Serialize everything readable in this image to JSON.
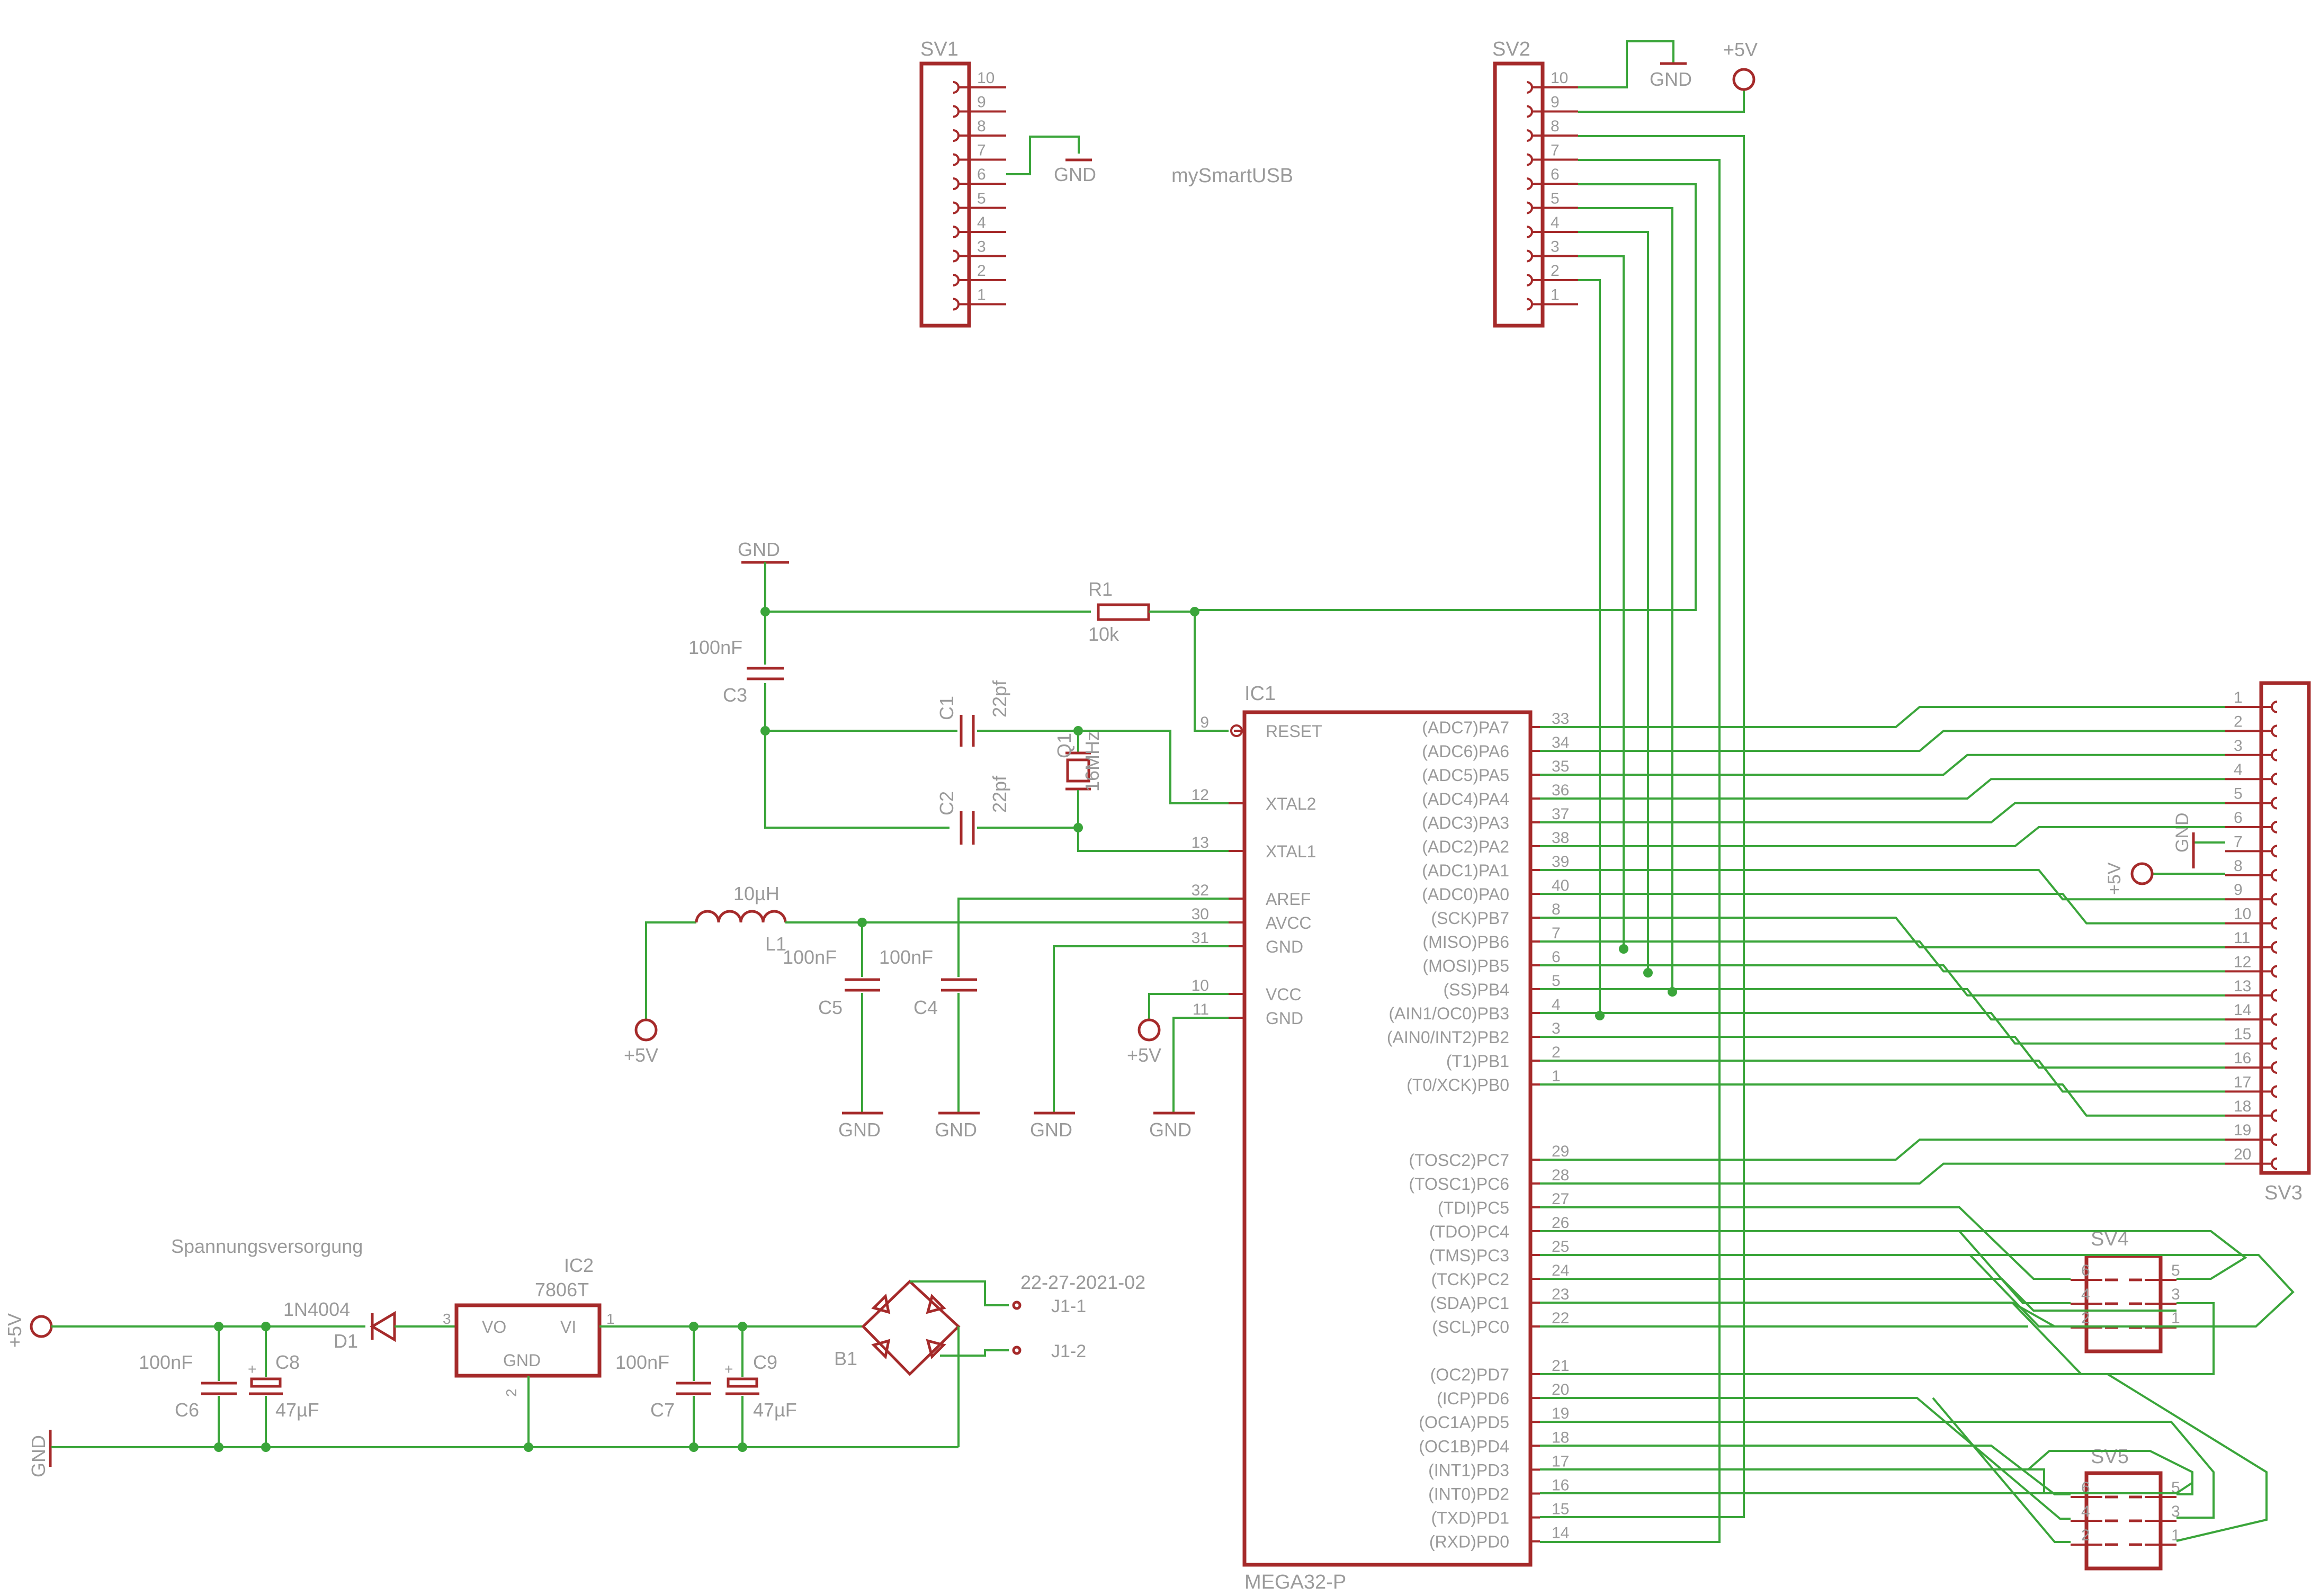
{
  "title": "mySmartUSB",
  "section_power": "Spannungsversorgung",
  "connector_id": "22-27-2021-02",
  "labels": {
    "gnd": "GND",
    "vcc5": "+5V"
  },
  "sv1": {
    "name": "SV1",
    "pins": [
      "10",
      "9",
      "8",
      "7",
      "6",
      "5",
      "4",
      "3",
      "2",
      "1"
    ]
  },
  "sv2": {
    "name": "SV2",
    "pins": [
      "10",
      "9",
      "8",
      "7",
      "6",
      "5",
      "4",
      "3",
      "2",
      "1"
    ]
  },
  "sv3": {
    "name": "SV3",
    "pins": [
      "1",
      "2",
      "3",
      "4",
      "5",
      "6",
      "7",
      "8",
      "9",
      "10",
      "11",
      "12",
      "13",
      "14",
      "15",
      "16",
      "17",
      "18",
      "19",
      "20"
    ]
  },
  "sv4": {
    "name": "SV4",
    "pins": [
      "6",
      "5",
      "4",
      "3",
      "2",
      "1"
    ]
  },
  "sv5": {
    "name": "SV5",
    "pins": [
      "6",
      "5",
      "4",
      "3",
      "2",
      "1"
    ]
  },
  "ic1": {
    "name": "IC1",
    "part": "MEGA32-P",
    "left_pins": [
      {
        "num": "9",
        "name": "RESET"
      },
      {
        "num": "12",
        "name": "XTAL2"
      },
      {
        "num": "13",
        "name": "XTAL1"
      },
      {
        "num": "32",
        "name": "AREF"
      },
      {
        "num": "30",
        "name": "AVCC"
      },
      {
        "num": "31",
        "name": "GND"
      },
      {
        "num": "10",
        "name": "VCC"
      },
      {
        "num": "11",
        "name": "GND"
      }
    ],
    "right_pins": [
      {
        "num": "33",
        "name": "(ADC7)PA7"
      },
      {
        "num": "34",
        "name": "(ADC6)PA6"
      },
      {
        "num": "35",
        "name": "(ADC5)PA5"
      },
      {
        "num": "36",
        "name": "(ADC4)PA4"
      },
      {
        "num": "37",
        "name": "(ADC3)PA3"
      },
      {
        "num": "38",
        "name": "(ADC2)PA2"
      },
      {
        "num": "39",
        "name": "(ADC1)PA1"
      },
      {
        "num": "40",
        "name": "(ADC0)PA0"
      },
      {
        "num": "8",
        "name": "(SCK)PB7"
      },
      {
        "num": "7",
        "name": "(MISO)PB6"
      },
      {
        "num": "6",
        "name": "(MOSI)PB5"
      },
      {
        "num": "5",
        "name": "(SS)PB4"
      },
      {
        "num": "4",
        "name": "(AIN1/OC0)PB3"
      },
      {
        "num": "3",
        "name": "(AIN0/INT2)PB2"
      },
      {
        "num": "2",
        "name": "(T1)PB1"
      },
      {
        "num": "1",
        "name": "(T0/XCK)PB0"
      },
      {
        "num": "29",
        "name": "(TOSC2)PC7"
      },
      {
        "num": "28",
        "name": "(TOSC1)PC6"
      },
      {
        "num": "27",
        "name": "(TDI)PC5"
      },
      {
        "num": "26",
        "name": "(TDO)PC4"
      },
      {
        "num": "25",
        "name": "(TMS)PC3"
      },
      {
        "num": "24",
        "name": "(TCK)PC2"
      },
      {
        "num": "23",
        "name": "(SDA)PC1"
      },
      {
        "num": "22",
        "name": "(SCL)PC0"
      },
      {
        "num": "21",
        "name": "(OC2)PD7"
      },
      {
        "num": "20",
        "name": "(ICP)PD6"
      },
      {
        "num": "19",
        "name": "(OC1A)PD5"
      },
      {
        "num": "18",
        "name": "(OC1B)PD4"
      },
      {
        "num": "17",
        "name": "(INT1)PD3"
      },
      {
        "num": "16",
        "name": "(INT0)PD2"
      },
      {
        "num": "15",
        "name": "(TXD)PD1"
      },
      {
        "num": "14",
        "name": "(RXD)PD0"
      }
    ]
  },
  "ic2": {
    "name": "IC2",
    "part": "7806T",
    "vo": "VO",
    "vi": "VI",
    "gnd": "GND",
    "pin_vo": "3",
    "pin_vi": "1",
    "pin_gnd": "2"
  },
  "r1": {
    "name": "R1",
    "value": "10k"
  },
  "c1": {
    "name": "C1",
    "value": "22pf"
  },
  "c2": {
    "name": "C2",
    "value": "22pf"
  },
  "c3": {
    "name": "C3",
    "value": "100nF"
  },
  "c4": {
    "name": "C4",
    "value": "100nF"
  },
  "c5": {
    "name": "C5",
    "value": "100nF"
  },
  "c6": {
    "name": "C6",
    "value": "100nF"
  },
  "c7": {
    "name": "C7",
    "value": "100nF"
  },
  "c8": {
    "name": "C8",
    "value": "47µF"
  },
  "c9": {
    "name": "C9",
    "value": "47µF"
  },
  "q1": {
    "name": "Q1",
    "value": "16MHz"
  },
  "l1": {
    "name": "L1",
    "value": "10µH"
  },
  "d1": {
    "name": "D1",
    "value": "1N4004"
  },
  "b1": {
    "name": "B1"
  },
  "j1": {
    "p1": "J1-1",
    "p2": "J1-2"
  },
  "colors": {
    "component": "#a52a2a",
    "wire": "#3aa53a",
    "label": "#9a9a9a"
  }
}
